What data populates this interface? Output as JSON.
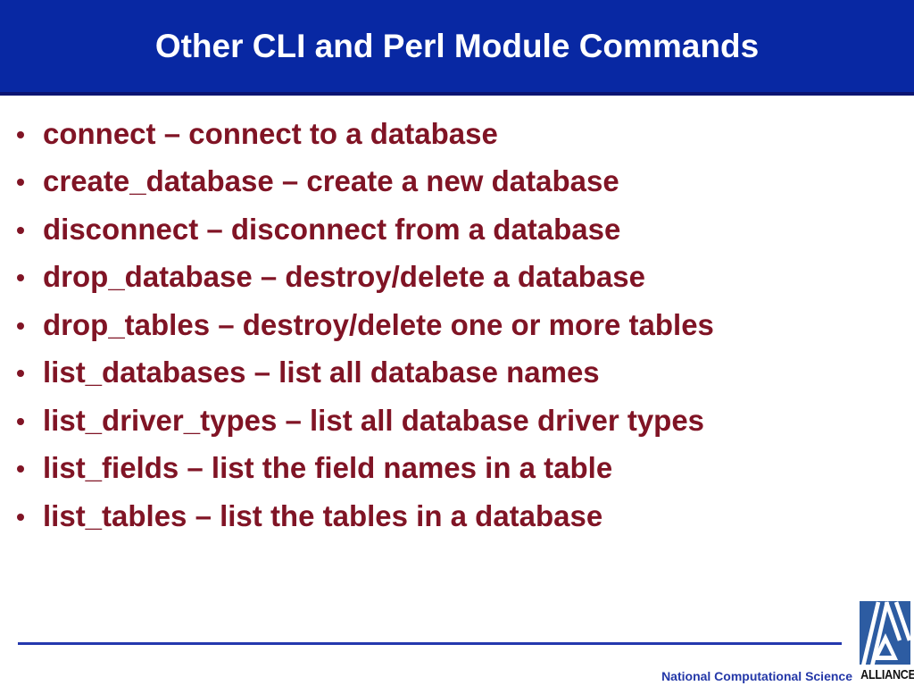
{
  "slide": {
    "title": "Other CLI and Perl Module Commands",
    "bullets": [
      "connect – connect to a database",
      "create_database – create a new database",
      "disconnect – disconnect from a database",
      "drop_database – destroy/delete a database",
      "drop_tables – destroy/delete one or more tables",
      "list_databases – list all database names",
      "list_driver_types – list all database driver types",
      "list_fields – list the field names in a table",
      "list_tables – list the tables in a database"
    ]
  },
  "footer": {
    "caption": "National Computational Science",
    "logo_label": "ALLIANCE"
  },
  "colors": {
    "header_blue": "#0828a3",
    "header_border_navy": "#0b1572",
    "bullet_maroon": "#801425",
    "rule_blue": "#2438ae",
    "caption_blue": "#2438a8",
    "logo_blue": "#2d5ca2",
    "alliance_text": "#101010"
  }
}
